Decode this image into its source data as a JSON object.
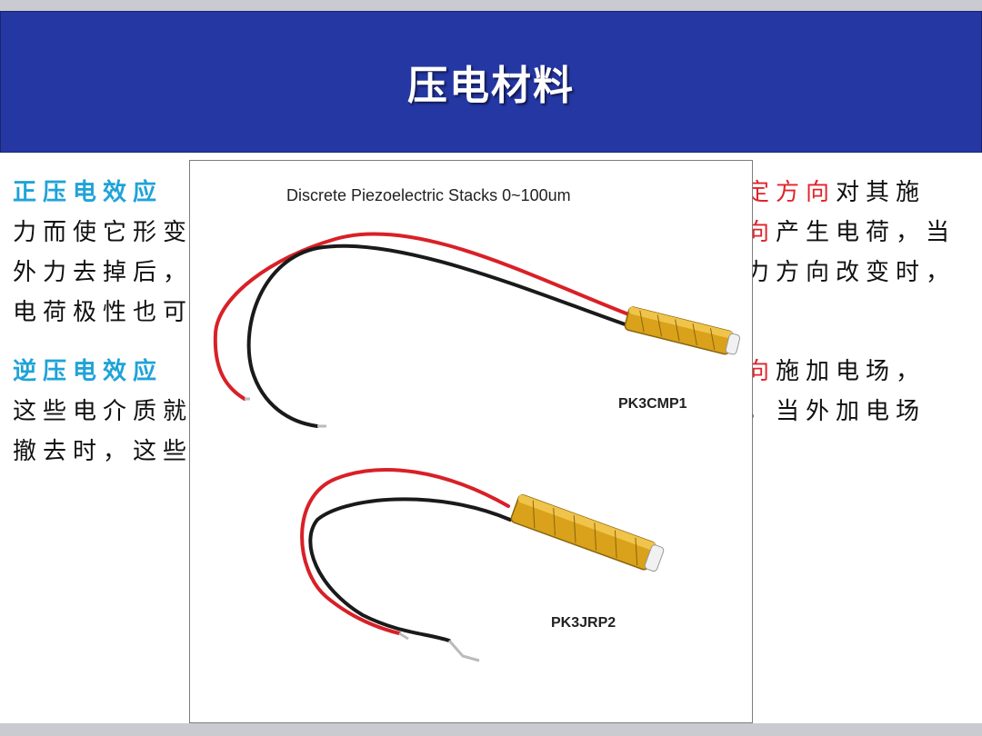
{
  "slide": {
    "title": "压电材料"
  },
  "paragraph_1": {
    "lead": "正压电效应",
    "line1_tail_red": "定方向",
    "line1_tail": "对其施",
    "line2_head": "力而使它形变",
    "line2_tail_red": "向",
    "line2_tail": "产生电荷，当",
    "line3_head": "外力去掉后，",
    "line3_tail": "力方向改变时，",
    "line4_head": "电荷极性也可"
  },
  "paragraph_2": {
    "lead": "逆压电效应",
    "line1_tail_red": "向",
    "line1_tail": "施加电场，",
    "line2_head": "这些电介质就",
    "line2_tail": "，当外加电场",
    "line3_head": "撤去时，这些"
  },
  "figure": {
    "title": "Discrete Piezoelectric Stacks  0~100um",
    "label_1": "PK3CMP1",
    "label_2": "PK3JRP2"
  },
  "colors": {
    "title_band": "#2437a3",
    "lead_text": "#1fa3d8",
    "emphasis_text": "#e0242b",
    "wire_red": "#d92027",
    "wire_black": "#1a1a1a",
    "stack_body": "#d9a21a"
  }
}
